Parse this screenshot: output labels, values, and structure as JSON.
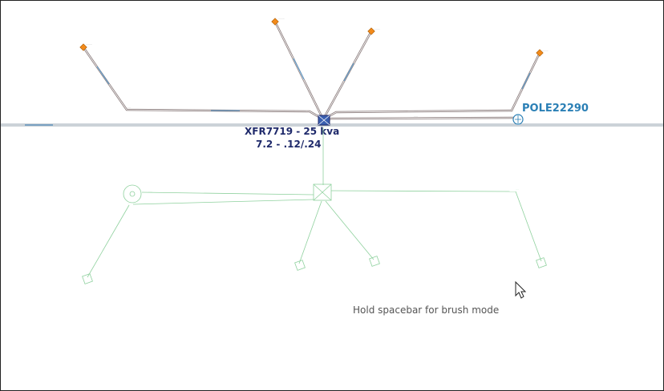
{
  "canvas": {
    "transformer_label_line1": "XFR7719 - 25 kva",
    "transformer_label_line2": "7.2 - .12/.24",
    "pole_label": "POLE22290",
    "hint_text": "Hold spacebar for brush mode"
  },
  "colors": {
    "primary_line": "#9aa6b2",
    "secondary_line": "#8c7e7e",
    "line_highlight": "#5a9fd4",
    "service_point": "#f28a1a",
    "ghost_green": "#8fd19e",
    "transformer_label": "#1f2a6b",
    "pole_label": "#2a7fb5"
  },
  "icons": {
    "transformer": "transformer-icon",
    "pole": "pole-icon",
    "service": "service-point-icon",
    "cursor": "mouse-pointer-icon"
  }
}
